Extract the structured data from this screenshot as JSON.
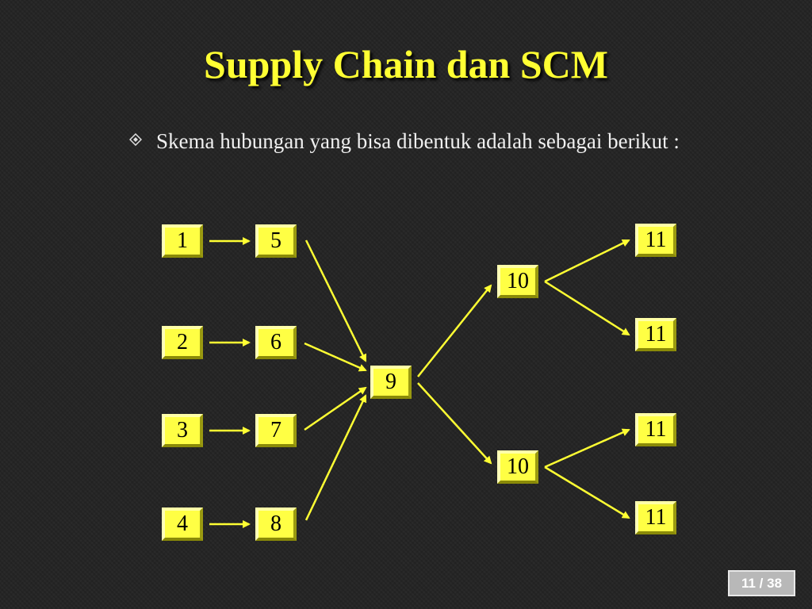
{
  "slide": {
    "title": "Supply Chain dan SCM",
    "bullet": "Skema hubungan yang bisa dibentuk adalah sebagai berikut :"
  },
  "diagram": {
    "nodes": [
      {
        "id": "n1",
        "label": "1"
      },
      {
        "id": "n2",
        "label": "2"
      },
      {
        "id": "n3",
        "label": "3"
      },
      {
        "id": "n4",
        "label": "4"
      },
      {
        "id": "n5",
        "label": "5"
      },
      {
        "id": "n6",
        "label": "6"
      },
      {
        "id": "n7",
        "label": "7"
      },
      {
        "id": "n8",
        "label": "8"
      },
      {
        "id": "n9",
        "label": "9"
      },
      {
        "id": "n10a",
        "label": "10"
      },
      {
        "id": "n10b",
        "label": "10"
      },
      {
        "id": "n11a",
        "label": "11"
      },
      {
        "id": "n11b",
        "label": "11"
      },
      {
        "id": "n11c",
        "label": "11"
      },
      {
        "id": "n11d",
        "label": "11"
      }
    ],
    "edges": [
      [
        "n1",
        "n5"
      ],
      [
        "n2",
        "n6"
      ],
      [
        "n3",
        "n7"
      ],
      [
        "n4",
        "n8"
      ],
      [
        "n5",
        "n9"
      ],
      [
        "n6",
        "n9"
      ],
      [
        "n7",
        "n9"
      ],
      [
        "n8",
        "n9"
      ],
      [
        "n9",
        "n10a"
      ],
      [
        "n9",
        "n10b"
      ],
      [
        "n10a",
        "n11a"
      ],
      [
        "n10a",
        "n11b"
      ],
      [
        "n10b",
        "n11c"
      ],
      [
        "n10b",
        "n11d"
      ]
    ],
    "colors": {
      "node_fill": "#ffff44",
      "arrow": "#ffff33",
      "title": "#ffff33"
    }
  },
  "footer": {
    "page_indicator": "11 / 38"
  }
}
